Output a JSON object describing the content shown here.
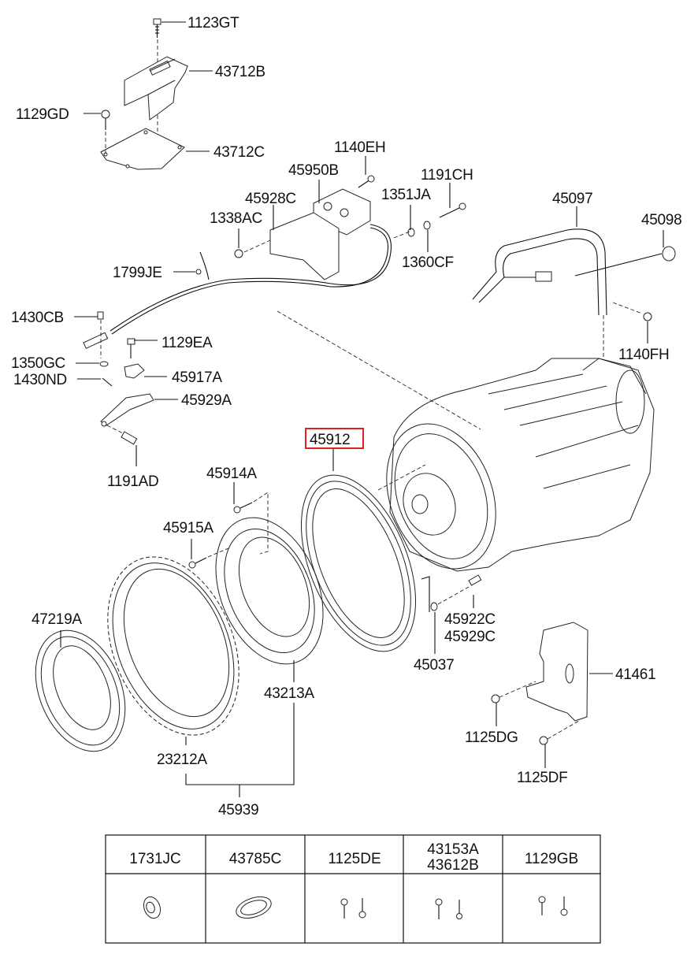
{
  "diagram": {
    "title": "Transmission assembly parts diagram",
    "highlight_color": "#e0201e",
    "highlighted_part": "45912",
    "callouts": [
      {
        "id": "1123GT",
        "label": "1123GT"
      },
      {
        "id": "43712B",
        "label": "43712B"
      },
      {
        "id": "1129GD",
        "label": "1129GD"
      },
      {
        "id": "43712C",
        "label": "43712C"
      },
      {
        "id": "1140EH",
        "label": "1140EH"
      },
      {
        "id": "45950B",
        "label": "45950B"
      },
      {
        "id": "1191CH",
        "label": "1191CH"
      },
      {
        "id": "45928C",
        "label": "45928C"
      },
      {
        "id": "1351JA",
        "label": "1351JA"
      },
      {
        "id": "1338AC",
        "label": "1338AC"
      },
      {
        "id": "1360CF",
        "label": "1360CF"
      },
      {
        "id": "45097",
        "label": "45097"
      },
      {
        "id": "45098",
        "label": "45098"
      },
      {
        "id": "1799JE",
        "label": "1799JE"
      },
      {
        "id": "1430CB",
        "label": "1430CB"
      },
      {
        "id": "1129EA",
        "label": "1129EA"
      },
      {
        "id": "1140FH",
        "label": "1140FH"
      },
      {
        "id": "1350GC",
        "label": "1350GC"
      },
      {
        "id": "45917A",
        "label": "45917A"
      },
      {
        "id": "1430ND",
        "label": "1430ND"
      },
      {
        "id": "45929A",
        "label": "45929A"
      },
      {
        "id": "45912",
        "label": "45912"
      },
      {
        "id": "1191AD",
        "label": "1191AD"
      },
      {
        "id": "45914A",
        "label": "45914A"
      },
      {
        "id": "45915A",
        "label": "45915A"
      },
      {
        "id": "47219A",
        "label": "47219A"
      },
      {
        "id": "45922C",
        "label": "45922C"
      },
      {
        "id": "45929C",
        "label": "45929C"
      },
      {
        "id": "45037",
        "label": "45037"
      },
      {
        "id": "41461",
        "label": "41461"
      },
      {
        "id": "43213A",
        "label": "43213A"
      },
      {
        "id": "1125DG",
        "label": "1125DG"
      },
      {
        "id": "23212A",
        "label": "23212A"
      },
      {
        "id": "1125DF",
        "label": "1125DF"
      },
      {
        "id": "45939",
        "label": "45939"
      }
    ]
  },
  "legend_table": {
    "columns": [
      {
        "labels": [
          "1731JC"
        ],
        "icon": "grommet-icon"
      },
      {
        "labels": [
          "43785C"
        ],
        "icon": "oval-plug-icon"
      },
      {
        "labels": [
          "1125DE"
        ],
        "icon": "bolt-pair-icon"
      },
      {
        "labels": [
          "43153A",
          "43612B"
        ],
        "icon": "bolt-pair-icon"
      },
      {
        "labels": [
          "1129GB"
        ],
        "icon": "bolt-pair-icon"
      }
    ]
  }
}
